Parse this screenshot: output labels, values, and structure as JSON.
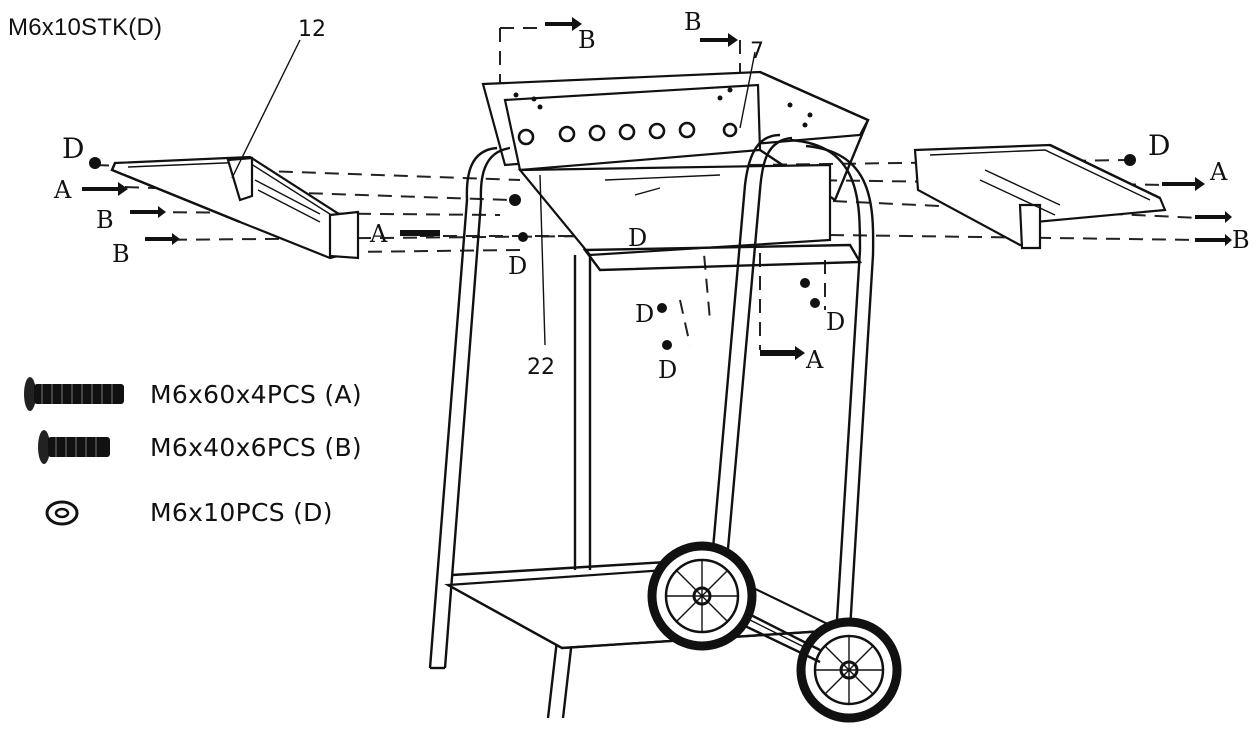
{
  "header_label": "M6x10STK(D)",
  "part_numbers": [
    "12",
    "7",
    "22"
  ],
  "callouts": {
    "A": "A",
    "B": "B",
    "D": "D"
  },
  "legend": [
    {
      "icon": "long-bolt-icon",
      "text": "M6x60x4PCS (A)"
    },
    {
      "icon": "short-bolt-icon",
      "text": "M6x40x6PCS (B)"
    },
    {
      "icon": "nut-icon",
      "text": "M6x10PCS (D)"
    }
  ]
}
